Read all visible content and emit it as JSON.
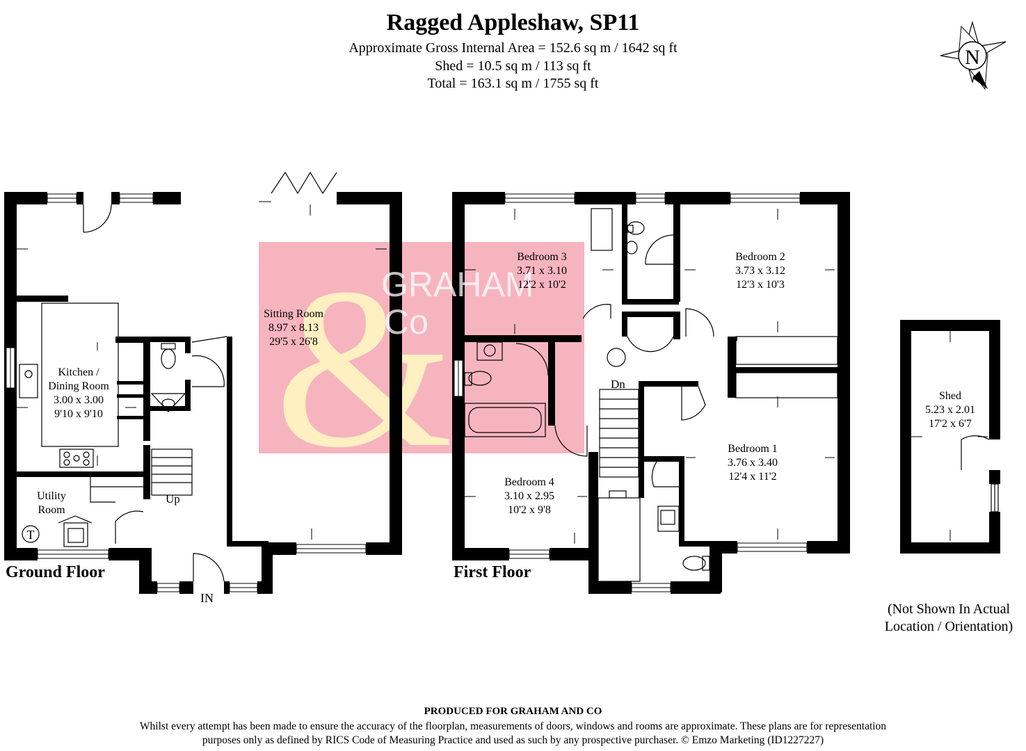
{
  "header": {
    "title": "Ragged Appleshaw, SP11",
    "area_line": "Approximate Gross Internal Area = 152.6 sq m / 1642 sq ft",
    "shed_line": "Shed = 10.5 sq m / 113 sq ft",
    "total_line": "Total = 163.1 sq m / 1755 sq ft"
  },
  "compass": {
    "label": "N"
  },
  "watermark": {
    "line1": "GRAHAM",
    "line2": "Co",
    "color": "#f4a7b4",
    "ampersand_color": "#fff7c2"
  },
  "ground_floor": {
    "label": "Ground Floor",
    "sitting_room": {
      "name": "Sitting Room",
      "metric": "8.97 x 8.13",
      "imperial": "29'5 x 26'8"
    },
    "kitchen": {
      "name1": "Kitchen /",
      "name2": "Dining Room",
      "metric": "3.00 x 3.00",
      "imperial": "9'10 x 9'10"
    },
    "utility": {
      "name1": "Utility",
      "name2": "Room"
    },
    "tank_symbol": "T",
    "up_label": "Up",
    "entrance_label": "IN"
  },
  "first_floor": {
    "label": "First Floor",
    "bedroom1": {
      "name": "Bedroom 1",
      "metric": "3.76 x 3.40",
      "imperial": "12'4 x 11'2"
    },
    "bedroom2": {
      "name": "Bedroom 2",
      "metric": "3.73 x 3.12",
      "imperial": "12'3 x 10'3"
    },
    "bedroom3": {
      "name": "Bedroom 3",
      "metric": "3.71 x 3.10",
      "imperial": "12'2 x 10'2"
    },
    "bedroom4": {
      "name": "Bedroom 4",
      "metric": "3.10 x 2.95",
      "imperial": "10'2 x 9'8"
    },
    "down_label": "Dn"
  },
  "shed": {
    "name": "Shed",
    "metric": "5.23 x 2.01",
    "imperial": "17'2 x 6'7"
  },
  "orientation_note": {
    "line1": "(Not Shown In Actual",
    "line2": "Location / Orientation)"
  },
  "footer": {
    "produced": "PRODUCED FOR GRAHAM AND CO",
    "disclaimer1": "Whilst every attempt has been made to ensure the accuracy of the floorplan, measurements of doors, windows and rooms are approximate. These plans are for representation",
    "disclaimer2": "purposes only as defined by RICS Code of Measuring Practice and used as such by any prospective purchaser. © Emzo Marketing (ID1227227)"
  }
}
